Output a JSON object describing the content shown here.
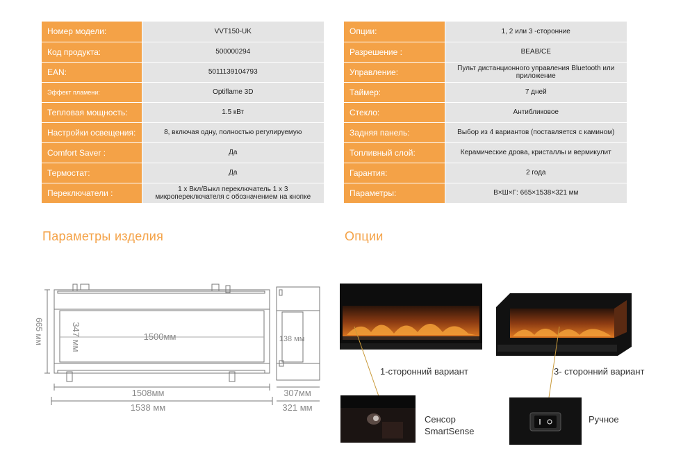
{
  "specs_left": [
    {
      "label": "Номер модели:",
      "value": "VVT150-UK"
    },
    {
      "label": "Код продукта:",
      "value": "500000294"
    },
    {
      "label": "EAN:",
      "value": "5011139104793"
    },
    {
      "label": "Эффект пламени:",
      "value": "Optiflame 3D"
    },
    {
      "label": "Тепловая мощность:",
      "value": "1.5  кВт"
    },
    {
      "label": "Настройки освещения:",
      "value": "8, включая одну, полностью регулируемую"
    },
    {
      "label": "Comfort Saver :",
      "value": "Да"
    },
    {
      "label": "Термостат:",
      "value": "Да"
    },
    {
      "label": "Переключатели :",
      "value": "1 x Вкл/Выкл переключатель 1 x 3 микропереключателя с обозначением на кнопке"
    }
  ],
  "specs_right": [
    {
      "label": "Опции:",
      "value": "1, 2 или 3 -сторонние"
    },
    {
      "label": "Разрешение :",
      "value": "BEAB/CE"
    },
    {
      "label": "Управление:",
      "value": "Пульт дистанционного управления Bluetooth или приложение"
    },
    {
      "label": "Таймер:",
      "value": "7 дней"
    },
    {
      "label": "Стекло:",
      "value": "Антибликовое"
    },
    {
      "label": "Задняя панель:",
      "value": "Выбор из 4 вариантов (поставляется с камином)"
    },
    {
      "label": "Топливный слой:",
      "value": "Керамические дрова, кристаллы и вермикулит"
    },
    {
      "label": "Гарантия:",
      "value": "2 года"
    },
    {
      "label": "Параметры:",
      "value": "В×Ш×Г: 665×1538×321 мм"
    }
  ],
  "sections": {
    "params_title": "Параметры изделия",
    "options_title": "Опции"
  },
  "drawing": {
    "height_total": "665 мм",
    "height_inner": "347 мм",
    "width_inner": "1500мм",
    "width_mid": "1508мм",
    "width_total": "1538 мм",
    "side_height": "138 мм",
    "depth_inner": "307мм",
    "depth_total": "321 мм"
  },
  "options": {
    "one_sided": "1-сторонний вариант",
    "three_sided": "3- сторонний вариант",
    "sensor_line1": "Сенсор",
    "sensor_line2": "SmartSense",
    "manual": "Ручное"
  },
  "colors": {
    "accent": "#f4a247",
    "row_bg": "#e4e4e4"
  }
}
